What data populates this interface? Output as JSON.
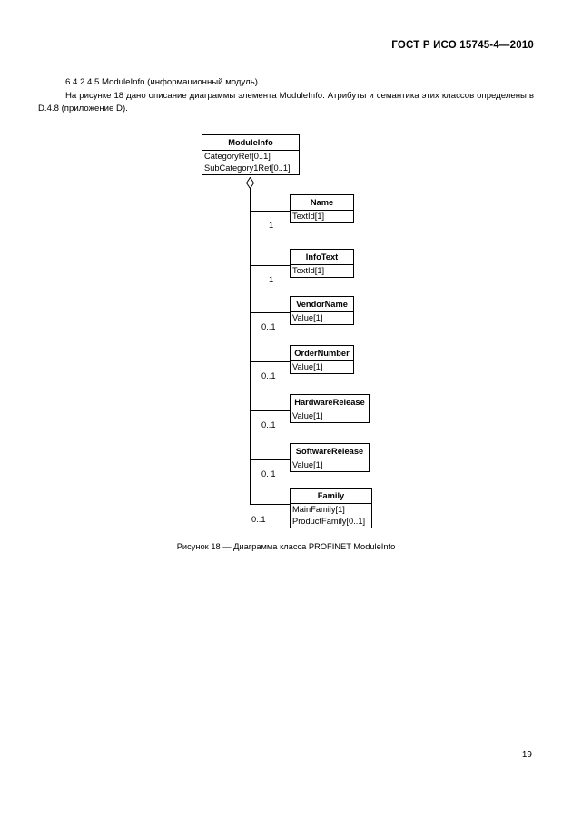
{
  "header": {
    "standard_title": "ГОСТ Р ИСО 15745-4—2010"
  },
  "body": {
    "clause_heading": "6.4.2.4.5  ModuleInfo (информационный модуль)",
    "paragraph": "На рисунке 18 дано описание диаграммы элемента ModuleInfo. Атрибуты и семантика этих классов определены в D.4.8 (приложение D)."
  },
  "figure": {
    "caption": "Рисунок 18 — Диаграмма класса PROFINET ModuleInfo",
    "root": {
      "name": "ModuleInfo",
      "attributes": [
        "CategoryRef[0..1]",
        "SubCategory1Ref[0..1]"
      ]
    },
    "aggregation_symbol": "hollow-diamond",
    "children": [
      {
        "name": "Name",
        "attributes": [
          "TextId[1]"
        ],
        "multiplicity": "1"
      },
      {
        "name": "InfoText",
        "attributes": [
          "TextId[1]"
        ],
        "multiplicity": "1"
      },
      {
        "name": "VendorName",
        "attributes": [
          "Value[1]"
        ],
        "multiplicity": "0..1"
      },
      {
        "name": "OrderNumber",
        "attributes": [
          "Value[1]"
        ],
        "multiplicity": "0..1"
      },
      {
        "name": "HardwareRelease",
        "attributes": [
          "Value[1]"
        ],
        "multiplicity": "0..1"
      },
      {
        "name": "SoftwareRelease",
        "attributes": [
          "Value[1]"
        ],
        "multiplicity": "0. 1"
      },
      {
        "name": "Family",
        "attributes": [
          "MainFamily[1]",
          "ProductFamily[0..1]"
        ],
        "multiplicity": "0..1"
      }
    ]
  },
  "footer": {
    "page_number": "19"
  },
  "colors": {
    "ink": "#000000",
    "paper": "#ffffff"
  }
}
